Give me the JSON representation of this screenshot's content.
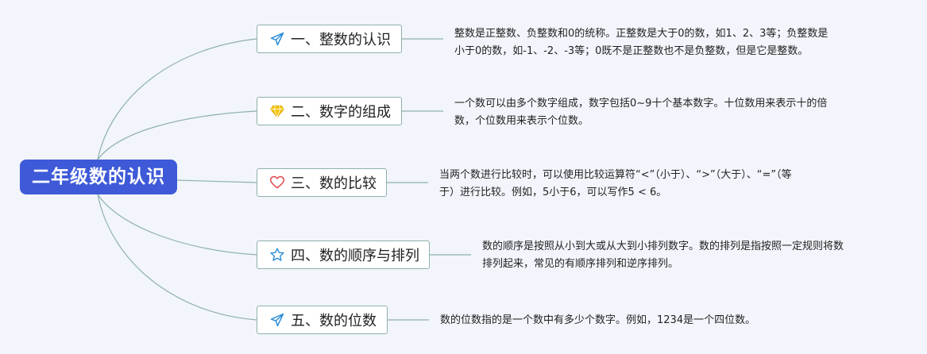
{
  "root": {
    "title": "二年级数的认识"
  },
  "branches": [
    {
      "icon": "paper-plane-icon",
      "label": "一、整数的认识",
      "lines": [
        "整数是正整数、负整数和0的统称。正整数是大于0的数，如1、2、3等；负整数是",
        "小于0的数，如-1、-2、-3等；0既不是正整数也不是负整数，但是它是整数。"
      ]
    },
    {
      "icon": "diamond-icon",
      "label": "二、数字的组成",
      "lines": [
        "一个数可以由多个数字组成，数字包括0~9十个基本数字。十位数用来表示十的倍",
        "数，个位数用来表示个位数。"
      ]
    },
    {
      "icon": "heart-icon",
      "label": "三、数的比较",
      "lines": [
        "当两个数进行比较时，可以使用比较运算符“<”（小于）、“>”（大于）、“=”（等",
        "于）进行比较。例如，5小于6，可以写作5 < 6。"
      ]
    },
    {
      "icon": "star-icon",
      "label": "四、数的顺序与排列",
      "lines": [
        "数的顺序是按照从小到大或从大到小排列数字。数的排列是指按照一定规则将数",
        "排列起来，常见的有顺序排列和逆序排列。"
      ]
    },
    {
      "icon": "paper-plane-icon",
      "label": "五、数的位数",
      "lines": [
        "数的位数指的是一个数中有多少个数字。例如，1234是一个四位数。"
      ]
    }
  ],
  "colors": {
    "background": "#f2f5fb",
    "root": "#3e5ad8",
    "connector": "#8fb0ad",
    "plane_icon": "#2f8fd8",
    "diamond_icon": "#f5c400",
    "heart_icon": "#e0454a",
    "star_icon": "#2f8fd8"
  }
}
